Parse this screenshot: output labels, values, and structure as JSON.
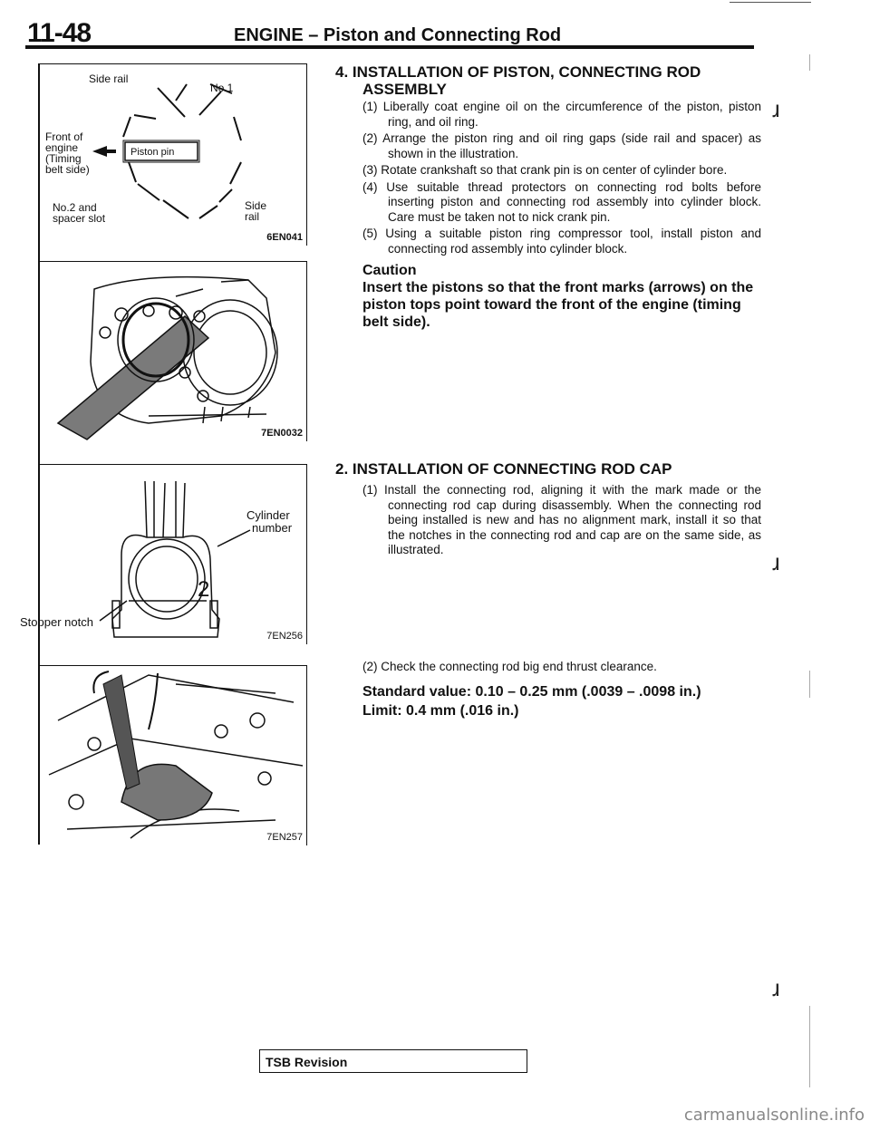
{
  "header": {
    "page_number": "11-48",
    "title": "ENGINE – Piston and Connecting Rod"
  },
  "figures": {
    "fig1": {
      "code": "6EN041",
      "labels": {
        "side_rail_top": "Side rail",
        "no1": "No.1",
        "front1": "Front of",
        "front2": "engine",
        "front3": "(Timing",
        "front4": "belt side)",
        "piston_pin": "Piston pin",
        "no2_1": "No.2 and",
        "no2_2": "spacer slot",
        "side_rail_b1": "Side",
        "side_rail_b2": "rail"
      }
    },
    "fig2": {
      "code": "7EN0032"
    },
    "fig3": {
      "code": "7EN256",
      "labels": {
        "cyl1": "Cylinder",
        "cyl2": "number",
        "stopper": "Stopper notch",
        "num": "2"
      }
    },
    "fig4": {
      "code": "7EN257"
    }
  },
  "section4": {
    "title": "4. INSTALLATION OF PISTON, CONNECTING ROD",
    "subtitle": "ASSEMBLY",
    "items": [
      "(1) Liberally coat engine oil on the circumference of the piston, piston ring, and oil ring.",
      "(2) Arrange the piston ring and oil ring gaps (side rail and spacer) as shown in the illustration.",
      "(3) Rotate crankshaft so that crank pin is on center of cylinder bore.",
      "(4) Use suitable thread protectors on connecting rod bolts before inserting piston and connecting rod assembly into cylinder block. Care must be taken not to nick crank pin.",
      "(5) Using a suitable piston ring compressor tool, install piston and connecting rod assembly into cylinder block."
    ],
    "caution_label": "Caution",
    "caution_text": "Insert the pistons so that the front marks (arrows) on the piston tops point toward the front of the engine (timing belt side)."
  },
  "section2": {
    "title": "2. INSTALLATION OF CONNECTING ROD CAP",
    "items": [
      "(1) Install the connecting rod, aligning it with the mark made or the connecting rod cap during disassembly. When the connecting rod being installed is new and has no alignment mark, install it so that the notches in the connecting rod and cap are on the same side, as illustrated.",
      "(2) Check the connecting rod big end thrust clearance."
    ],
    "standard_value": "Standard value: 0.10 – 0.25 mm (.0039 – .0098 in.)",
    "limit": "Limit: 0.4 mm (.016 in.)"
  },
  "footer": {
    "tsb": "TSB Revision",
    "watermark": "carmanualsonline.info"
  }
}
